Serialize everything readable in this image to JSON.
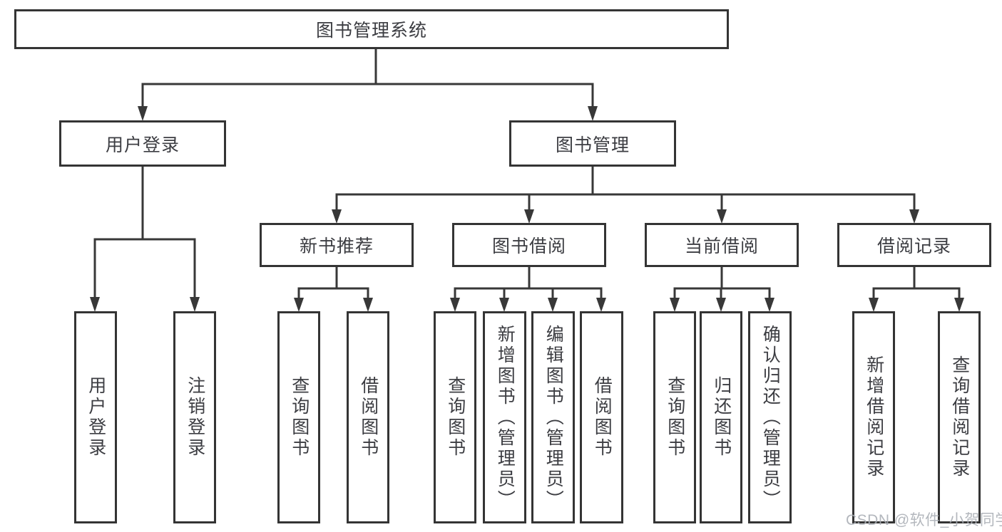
{
  "tree": {
    "label": "图书管理系统",
    "children": [
      {
        "label": "用户登录",
        "children": [
          {
            "label": "用户登录"
          },
          {
            "label": "注销登录"
          }
        ]
      },
      {
        "label": "图书管理",
        "children": [
          {
            "label": "新书推荐",
            "children": [
              {
                "label": "查询图书"
              },
              {
                "label": "借阅图书"
              }
            ]
          },
          {
            "label": "图书借阅",
            "children": [
              {
                "label": "查询图书"
              },
              {
                "label": "新增图书（管理员）"
              },
              {
                "label": "编辑图书（管理员）"
              },
              {
                "label": "借阅图书"
              }
            ]
          },
          {
            "label": "当前借阅",
            "children": [
              {
                "label": "查询图书"
              },
              {
                "label": "归还图书"
              },
              {
                "label": "确认归还（管理员）"
              }
            ]
          },
          {
            "label": "借阅记录",
            "children": [
              {
                "label": "新增借阅记录"
              },
              {
                "label": "查询借阅记录"
              }
            ]
          }
        ]
      }
    ]
  },
  "watermark": {
    "text": "CSDN @软件_小贺同学"
  },
  "colors": {
    "line": "#383838",
    "box_border": "#343434",
    "text": "#3c3d42",
    "background": "#ffffff",
    "watermark": "#a8adb4"
  }
}
